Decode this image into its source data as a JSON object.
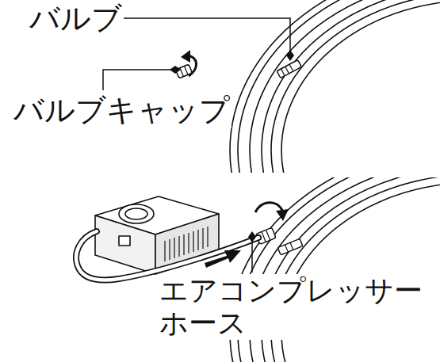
{
  "diagram": {
    "labels": [
      "バルブ",
      "バルブキャップ",
      "エアコンプレッサー ホース"
    ]
  }
}
